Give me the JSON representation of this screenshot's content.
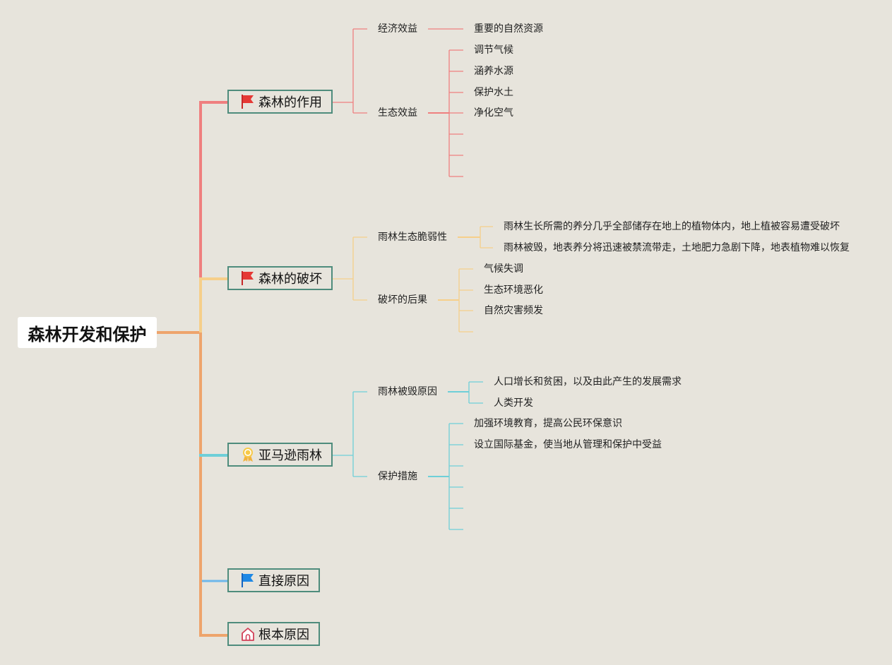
{
  "root": {
    "label": "森林开发和保护"
  },
  "colors": {
    "red": "#ef7f7f",
    "yellow": "#f6cf8a",
    "teal": "#6ecfd8",
    "blue": "#6db7ea",
    "orange": "#eea46c",
    "node_border": "#4e8c7c",
    "background": "#e7e4dc"
  },
  "branches": [
    {
      "label": "森林的作用",
      "icon": "red-flag-icon",
      "children": [
        {
          "label": "经济效益",
          "leaves": [
            "重要的自然资源"
          ]
        },
        {
          "label": "生态效益",
          "leaves": [
            "调节气候",
            "涵养水源",
            "保护水土",
            "净化空气",
            "",
            "",
            ""
          ]
        }
      ]
    },
    {
      "label": "森林的破坏",
      "icon": "red-flag-icon",
      "children": [
        {
          "label": "雨林生态脆弱性",
          "leaves": [
            "雨林生长所需的养分几乎全部储存在地上的植物体内，地上植被容易遭受破坏",
            "雨林被毁，地表养分将迅速被禁流带走，土地肥力急剧下降，地表植物难以恢复"
          ]
        },
        {
          "label": "破坏的后果",
          "leaves": [
            "气候失调",
            "生态环境恶化",
            "自然灾害频发",
            ""
          ]
        }
      ]
    },
    {
      "label": "亚马逊雨林",
      "icon": "award-ribbon-icon",
      "children": [
        {
          "label": "雨林被毁原因",
          "leaves": [
            "人口增长和贫困，以及由此产生的发展需求",
            "人类开发"
          ]
        },
        {
          "label": "保护措施",
          "leaves": [
            "加强环境教育，提高公民环保意识",
            "设立国际基金，使当地从管理和保护中受益",
            "",
            "",
            "",
            ""
          ]
        }
      ]
    },
    {
      "label": "直接原因",
      "icon": "blue-flag-icon",
      "children": []
    },
    {
      "label": "根本原因",
      "icon": "home-icon",
      "children": []
    }
  ]
}
